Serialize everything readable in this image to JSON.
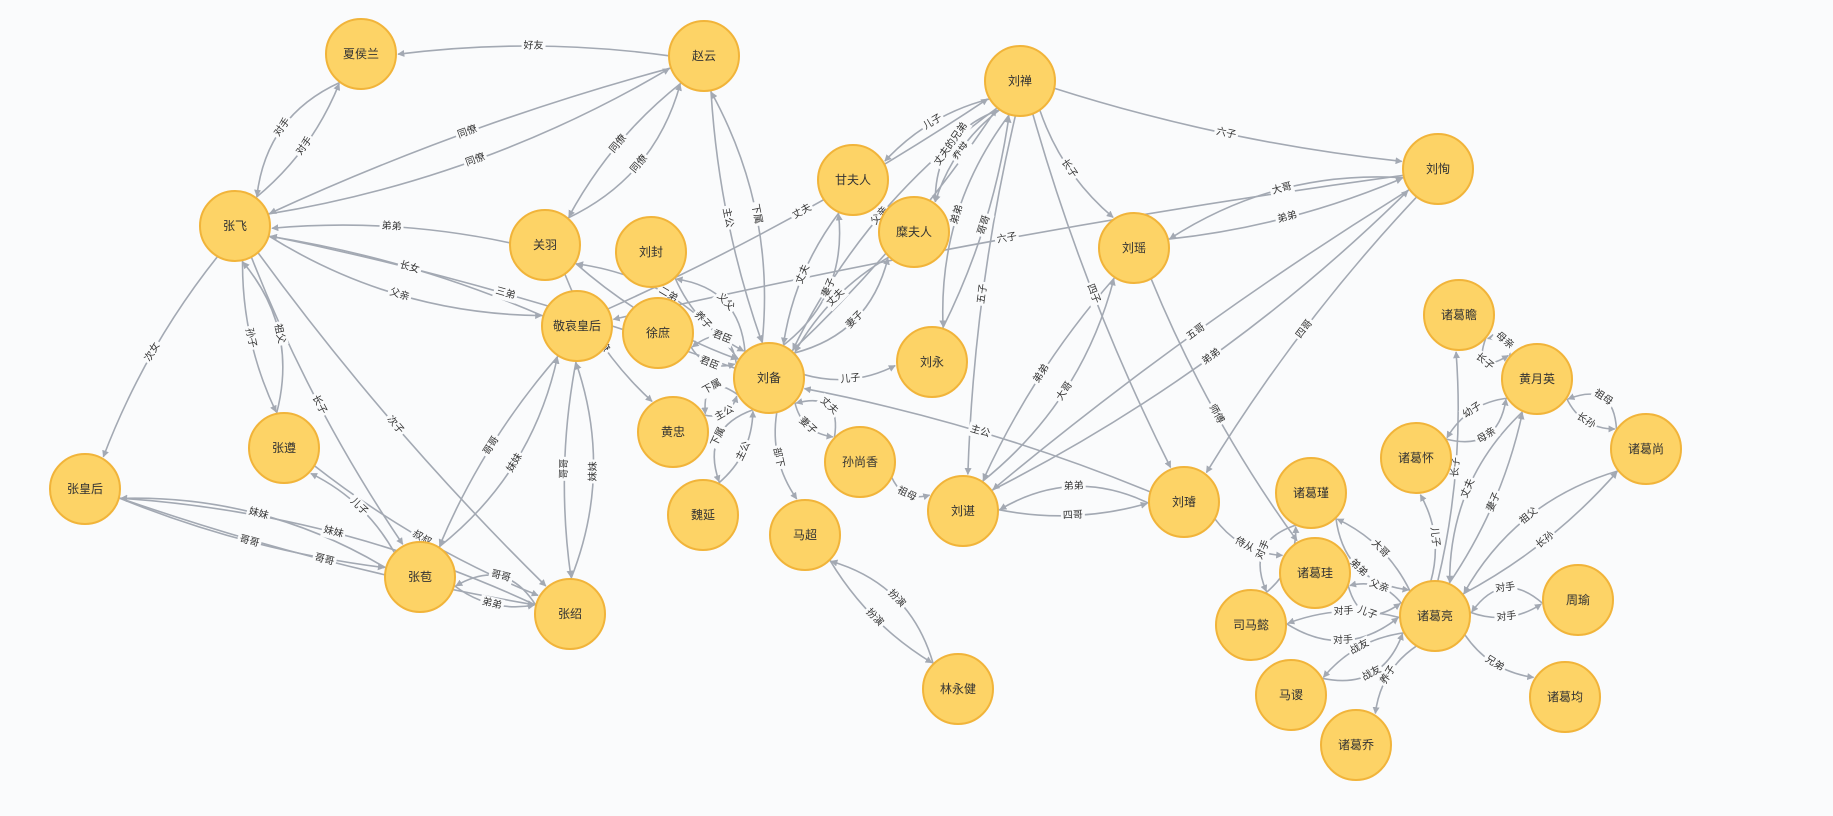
{
  "graph": {
    "colors": {
      "node_fill": "#fdd366",
      "node_stroke": "#f1b43a",
      "edge": "#a3a9b3",
      "label": "#333333",
      "background": "#fafbfc"
    },
    "nodes": [
      {
        "id": "xiahoulan",
        "label": "夏侯兰"
      },
      {
        "id": "zhaoyun",
        "label": "赵云"
      },
      {
        "id": "liuchan",
        "label": "刘禅"
      },
      {
        "id": "liuxun",
        "label": "刘恂"
      },
      {
        "id": "ganfuren",
        "label": "甘夫人"
      },
      {
        "id": "mifuren",
        "label": "糜夫人"
      },
      {
        "id": "zhangfei",
        "label": "张飞"
      },
      {
        "id": "guanyu",
        "label": "关羽"
      },
      {
        "id": "liufeng",
        "label": "刘封"
      },
      {
        "id": "jingaihuanghou",
        "label": "敬哀皇后"
      },
      {
        "id": "xushu",
        "label": "徐庶"
      },
      {
        "id": "liubei",
        "label": "刘备"
      },
      {
        "id": "liuyong",
        "label": "刘永"
      },
      {
        "id": "liuyao",
        "label": "刘瑶"
      },
      {
        "id": "zhugezhan",
        "label": "诸葛瞻"
      },
      {
        "id": "huangyueying",
        "label": "黄月英"
      },
      {
        "id": "zhugeshang",
        "label": "诸葛尚"
      },
      {
        "id": "zhugehuai",
        "label": "诸葛怀"
      },
      {
        "id": "zhangzun",
        "label": "张遵"
      },
      {
        "id": "huangzhong",
        "label": "黄忠"
      },
      {
        "id": "sunshangxiang",
        "label": "孙尚香"
      },
      {
        "id": "liuchen",
        "label": "刘谌"
      },
      {
        "id": "liuxuan",
        "label": "刘璿"
      },
      {
        "id": "zhugejin",
        "label": "诸葛瑾"
      },
      {
        "id": "zhanghuanghou",
        "label": "张皇后"
      },
      {
        "id": "weiyan",
        "label": "魏延"
      },
      {
        "id": "machao",
        "label": "马超"
      },
      {
        "id": "zhangbao",
        "label": "张苞"
      },
      {
        "id": "zhangshao",
        "label": "张绍"
      },
      {
        "id": "zhugegui",
        "label": "诸葛珪"
      },
      {
        "id": "zhugeliang",
        "label": "诸葛亮"
      },
      {
        "id": "zhouyu",
        "label": "周瑜"
      },
      {
        "id": "simayi",
        "label": "司马懿"
      },
      {
        "id": "masu",
        "label": "马谡"
      },
      {
        "id": "zhugejun",
        "label": "诸葛均"
      },
      {
        "id": "linyongjian",
        "label": "林永健"
      },
      {
        "id": "zhugeqiao",
        "label": "诸葛乔"
      }
    ],
    "edges": [
      {
        "source": "zhaoyun",
        "target": "xiahoulan",
        "label": "好友"
      },
      {
        "source": "zhangfei",
        "target": "xiahoulan",
        "label": "对手"
      },
      {
        "source": "xiahoulan",
        "target": "zhangfei",
        "label": "对手"
      },
      {
        "source": "zhaoyun",
        "target": "zhangfei",
        "label": "同僚"
      },
      {
        "source": "zhangfei",
        "target": "zhaoyun",
        "label": "同僚"
      },
      {
        "source": "zhaoyun",
        "target": "guanyu",
        "label": "同僚"
      },
      {
        "source": "guanyu",
        "target": "zhaoyun",
        "label": "同僚"
      },
      {
        "source": "zhaoyun",
        "target": "liubei",
        "label": "主公"
      },
      {
        "source": "liubei",
        "target": "zhaoyun",
        "label": "下属"
      },
      {
        "source": "guanyu",
        "target": "zhangfei",
        "label": "弟弟"
      },
      {
        "source": "jingaihuanghou",
        "target": "zhangfei",
        "label": "长女"
      },
      {
        "source": "zhangfei",
        "target": "jingaihuanghou",
        "label": "父亲"
      },
      {
        "source": "liubei",
        "target": "zhangfei",
        "label": "三弟"
      },
      {
        "source": "zhangfei",
        "target": "zhanghuanghou",
        "label": "次女"
      },
      {
        "source": "zhangfei",
        "target": "zhangzun",
        "label": "孙子"
      },
      {
        "source": "zhangzun",
        "target": "zhangfei",
        "label": "祖父"
      },
      {
        "source": "zhangfei",
        "target": "zhangbao",
        "label": "长子"
      },
      {
        "source": "zhangfei",
        "target": "zhangshao",
        "label": "次子"
      },
      {
        "source": "liuchan",
        "target": "ganfuren",
        "label": "儿子"
      },
      {
        "source": "liuchan",
        "target": "mifuren",
        "label": "养母"
      },
      {
        "source": "liuchan",
        "target": "mifuren",
        "label": "丈夫的兄弟"
      },
      {
        "source": "liuchan",
        "target": "liuxun",
        "label": "六子"
      },
      {
        "source": "liuchan",
        "target": "liuyao",
        "label": "长子"
      },
      {
        "source": "liuchan",
        "target": "liuchen",
        "label": "五子"
      },
      {
        "source": "liuchan",
        "target": "liuxuan",
        "label": "四子"
      },
      {
        "source": "liuyong",
        "target": "liuchan",
        "label": "哥哥"
      },
      {
        "source": "liuchan",
        "target": "liuyong",
        "label": "弟弟"
      },
      {
        "source": "liubei",
        "target": "liuchan",
        "label": "妻子"
      },
      {
        "source": "liuchan",
        "target": "liubei",
        "label": "父亲"
      },
      {
        "source": "jingaihuanghou",
        "target": "liuchan",
        "label": "丈夫"
      },
      {
        "source": "liuyao",
        "target": "liuxun",
        "label": "弟弟"
      },
      {
        "source": "liuxun",
        "target": "liuyao",
        "label": "大哥"
      },
      {
        "source": "liuxun",
        "target": "liuchen",
        "label": "五哥"
      },
      {
        "source": "liuxun",
        "target": "liuxuan",
        "label": "四哥"
      },
      {
        "source": "liuchen",
        "target": "liuxun",
        "label": "弟弟"
      },
      {
        "source": "liuxun",
        "target": "jingaihuanghou",
        "label": "六子"
      },
      {
        "source": "ganfuren",
        "target": "liubei",
        "label": "丈夫"
      },
      {
        "source": "liubei",
        "target": "ganfuren",
        "label": "妻子"
      },
      {
        "source": "mifuren",
        "target": "liubei",
        "label": "丈夫"
      },
      {
        "source": "liubei",
        "target": "mifuren",
        "label": "妻子"
      },
      {
        "source": "liufeng",
        "target": "liubei",
        "label": "养子"
      },
      {
        "source": "liubei",
        "target": "liufeng",
        "label": "义父"
      },
      {
        "source": "guanyu",
        "target": "liubei",
        "label": "大哥"
      },
      {
        "source": "liubei",
        "target": "guanyu",
        "label": "二弟"
      },
      {
        "source": "xushu",
        "target": "liubei",
        "label": "君臣"
      },
      {
        "source": "liubei",
        "target": "xushu",
        "label": "君臣"
      },
      {
        "source": "guanyu",
        "target": "huangzhong",
        "label": "同僚"
      },
      {
        "source": "liubei",
        "target": "liuyong",
        "label": "儿子"
      },
      {
        "source": "huangzhong",
        "target": "liubei",
        "label": "主公"
      },
      {
        "source": "liubei",
        "target": "huangzhong",
        "label": "下属"
      },
      {
        "source": "weiyan",
        "target": "liubei",
        "label": "主公"
      },
      {
        "source": "liubei",
        "target": "weiyan",
        "label": "下属"
      },
      {
        "source": "liubei",
        "target": "machao",
        "label": "部下"
      },
      {
        "source": "liubei",
        "target": "sunshangxiang",
        "label": "妻子"
      },
      {
        "source": "sunshangxiang",
        "target": "liubei",
        "label": "丈夫"
      },
      {
        "source": "liuyao",
        "target": "liuchen",
        "label": "弟弟"
      },
      {
        "source": "liuchen",
        "target": "liuyao",
        "label": "大哥"
      },
      {
        "source": "liuchen",
        "target": "liuxuan",
        "label": "四哥"
      },
      {
        "source": "liuxuan",
        "target": "liuchen",
        "label": "弟弟"
      },
      {
        "source": "sunshangxiang",
        "target": "liuchen",
        "label": "祖母"
      },
      {
        "source": "liuxuan",
        "target": "liubei",
        "label": "主公"
      },
      {
        "source": "liuyao",
        "target": "zhugegui",
        "label": "师傅"
      },
      {
        "source": "liuxuan",
        "target": "zhugegui",
        "label": "侍从"
      },
      {
        "source": "jingaihuanghou",
        "target": "zhangbao",
        "label": "哥哥"
      },
      {
        "source": "zhangbao",
        "target": "jingaihuanghou",
        "label": "妹妹"
      },
      {
        "source": "jingaihuanghou",
        "target": "zhangshao",
        "label": "哥哥"
      },
      {
        "source": "zhangshao",
        "target": "jingaihuanghou",
        "label": "妹妹"
      },
      {
        "source": "zhangzun",
        "target": "zhangshao",
        "label": "叔叔"
      },
      {
        "source": "zhangbao",
        "target": "zhangzun",
        "label": "儿子"
      },
      {
        "source": "zhanghuanghou",
        "target": "zhangbao",
        "label": "哥哥"
      },
      {
        "source": "zhangbao",
        "target": "zhanghuanghou",
        "label": "妹妹"
      },
      {
        "source": "zhanghuanghou",
        "target": "zhangshao",
        "label": "哥哥"
      },
      {
        "source": "zhangshao",
        "target": "zhanghuanghou",
        "label": "妹妹"
      },
      {
        "source": "zhangbao",
        "target": "zhangshao",
        "label": "弟弟"
      },
      {
        "source": "zhangshao",
        "target": "zhangbao",
        "label": "哥哥"
      },
      {
        "source": "machao",
        "target": "linyongjian",
        "label": "扮演"
      },
      {
        "source": "linyongjian",
        "target": "machao",
        "label": "扮演"
      },
      {
        "source": "huangyueying",
        "target": "zhugezhan",
        "label": "母亲"
      },
      {
        "source": "zhugezhan",
        "target": "huangyueying",
        "label": "长子"
      },
      {
        "source": "huangyueying",
        "target": "zhugeshang",
        "label": "长孙"
      },
      {
        "source": "zhugeshang",
        "target": "huangyueying",
        "label": "祖母"
      },
      {
        "source": "huangyueying",
        "target": "zhugehuai",
        "label": "幼子"
      },
      {
        "source": "zhugehuai",
        "target": "huangyueying",
        "label": "母亲"
      },
      {
        "source": "zhugeliang",
        "target": "huangyueying",
        "label": "妻子"
      },
      {
        "source": "huangyueying",
        "target": "zhugeliang",
        "label": "丈夫"
      },
      {
        "source": "zhugeliang",
        "target": "zhugezhan",
        "label": "长子"
      },
      {
        "source": "zhugeliang",
        "target": "zhugehuai",
        "label": "儿子"
      },
      {
        "source": "zhugeliang",
        "target": "zhugeshang",
        "label": "长孙"
      },
      {
        "source": "zhugeshang",
        "target": "zhugeliang",
        "label": "祖父"
      },
      {
        "source": "zhugeliang",
        "target": "zhugejin",
        "label": "大哥"
      },
      {
        "source": "zhugejin",
        "target": "zhugeliang",
        "label": "弟弟"
      },
      {
        "source": "zhugeliang",
        "target": "zhugegui",
        "label": "父亲"
      },
      {
        "source": "zhugegui",
        "target": "zhugeliang",
        "label": "儿子"
      },
      {
        "source": "zhugeliang",
        "target": "simayi",
        "label": "对手"
      },
      {
        "source": "simayi",
        "target": "zhugeliang",
        "label": "对手"
      },
      {
        "source": "zhugeliang",
        "target": "zhouyu",
        "label": "对手"
      },
      {
        "source": "zhouyu",
        "target": "zhugeliang",
        "label": "对手"
      },
      {
        "source": "zhugeliang",
        "target": "masu",
        "label": "战友"
      },
      {
        "source": "masu",
        "target": "zhugeliang",
        "label": "战友"
      },
      {
        "source": "zhugeliang",
        "target": "zhugejun",
        "label": "兄弟"
      },
      {
        "source": "zhugeliang",
        "target": "zhugeqiao",
        "label": "养子"
      },
      {
        "source": "simayi",
        "target": "zhugejin",
        "label": "对手"
      },
      {
        "source": "zhugejin",
        "target": "simayi",
        "label": "对手"
      }
    ]
  }
}
